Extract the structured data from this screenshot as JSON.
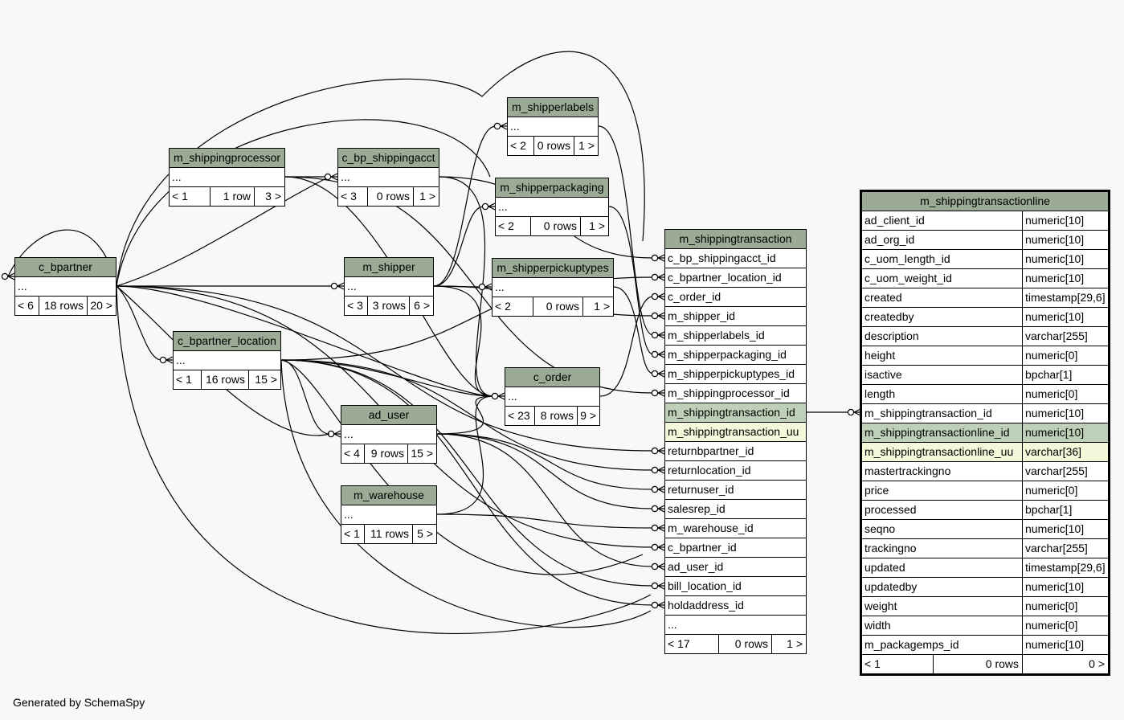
{
  "footer_text": "Generated by SchemaSpy",
  "colors": {
    "header": "#9bab96",
    "primary_key": "#bed1b8",
    "unique": "#f4f7da",
    "background": "#f8f8f8"
  },
  "tables": {
    "c_bpartner": {
      "name": "c_bpartner",
      "body": "...",
      "foot": [
        "< 6",
        "18 rows",
        "20 >"
      ]
    },
    "c_bpartner_location": {
      "name": "c_bpartner_location",
      "body": "...",
      "foot": [
        "< 1",
        "16 rows",
        "15 >"
      ]
    },
    "m_shippingprocessor": {
      "name": "m_shippingprocessor",
      "body": "...",
      "foot": [
        "< 1",
        "1 row",
        "3 >"
      ]
    },
    "c_bp_shippingacct": {
      "name": "c_bp_shippingacct",
      "body": "...",
      "foot": [
        "< 3",
        "0 rows",
        "1 >"
      ]
    },
    "m_shipper": {
      "name": "m_shipper",
      "body": "...",
      "foot": [
        "< 3",
        "3 rows",
        "6 >"
      ]
    },
    "ad_user": {
      "name": "ad_user",
      "body": "...",
      "foot": [
        "< 4",
        "9 rows",
        "15 >"
      ]
    },
    "m_warehouse": {
      "name": "m_warehouse",
      "body": "...",
      "foot": [
        "< 1",
        "11 rows",
        "5 >"
      ]
    },
    "m_shipperlabels": {
      "name": "m_shipperlabels",
      "body": "...",
      "foot": [
        "< 2",
        "0 rows",
        "1 >"
      ]
    },
    "m_shipperpackaging": {
      "name": "m_shipperpackaging",
      "body": "...",
      "foot": [
        "< 2",
        "0 rows",
        "1 >"
      ]
    },
    "m_shipperpickuptypes": {
      "name": "m_shipperpickuptypes",
      "body": "...",
      "foot": [
        "< 2",
        "0 rows",
        "1 >"
      ]
    },
    "c_order": {
      "name": "c_order",
      "body": "...",
      "foot": [
        "< 23",
        "8 rows",
        "9 >"
      ]
    }
  },
  "m_shippingtransaction": {
    "name": "m_shippingtransaction",
    "columns": [
      "c_bp_shippingacct_id",
      "c_bpartner_location_id",
      "c_order_id",
      "m_shipper_id",
      "m_shipperlabels_id",
      "m_shipperpackaging_id",
      "m_shipperpickuptypes_id",
      "m_shippingprocessor_id",
      "m_shippingtransaction_id",
      "m_shippingtransaction_uu",
      "returnbpartner_id",
      "returnlocation_id",
      "returnuser_id",
      "salesrep_id",
      "m_warehouse_id",
      "c_bpartner_id",
      "ad_user_id",
      "bill_location_id",
      "holdaddress_id",
      "..."
    ],
    "foot": [
      "< 17",
      "0 rows",
      "1 >"
    ]
  },
  "m_shippingtransactionline": {
    "name": "m_shippingtransactionline",
    "columns": [
      {
        "name": "ad_client_id",
        "type": "numeric[10]"
      },
      {
        "name": "ad_org_id",
        "type": "numeric[10]"
      },
      {
        "name": "c_uom_length_id",
        "type": "numeric[10]"
      },
      {
        "name": "c_uom_weight_id",
        "type": "numeric[10]"
      },
      {
        "name": "created",
        "type": "timestamp[29,6]"
      },
      {
        "name": "createdby",
        "type": "numeric[10]"
      },
      {
        "name": "description",
        "type": "varchar[255]"
      },
      {
        "name": "height",
        "type": "numeric[0]"
      },
      {
        "name": "isactive",
        "type": "bpchar[1]"
      },
      {
        "name": "length",
        "type": "numeric[0]"
      },
      {
        "name": "m_shippingtransaction_id",
        "type": "numeric[10]"
      },
      {
        "name": "m_shippingtransactionline_id",
        "type": "numeric[10]"
      },
      {
        "name": "m_shippingtransactionline_uu",
        "type": "varchar[36]"
      },
      {
        "name": "mastertrackingno",
        "type": "varchar[255]"
      },
      {
        "name": "price",
        "type": "numeric[0]"
      },
      {
        "name": "processed",
        "type": "bpchar[1]"
      },
      {
        "name": "seqno",
        "type": "numeric[10]"
      },
      {
        "name": "trackingno",
        "type": "varchar[255]"
      },
      {
        "name": "updated",
        "type": "timestamp[29,6]"
      },
      {
        "name": "updatedby",
        "type": "numeric[10]"
      },
      {
        "name": "weight",
        "type": "numeric[0]"
      },
      {
        "name": "width",
        "type": "numeric[0]"
      },
      {
        "name": "m_packagemps_id",
        "type": "numeric[10]"
      }
    ],
    "foot": [
      "< 1",
      "0 rows",
      "0 >"
    ]
  }
}
